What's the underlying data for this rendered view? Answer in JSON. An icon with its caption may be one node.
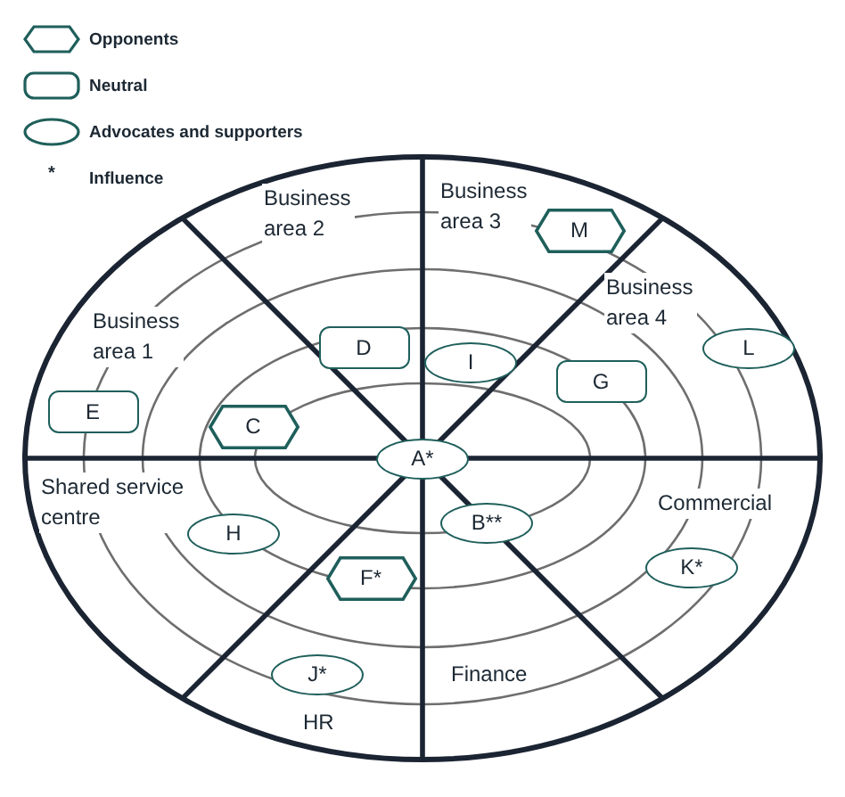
{
  "diagram": {
    "nodes": [
      {
        "text": [
          "M"
        ]
      },
      {
        "text": [
          "L"
        ]
      },
      {
        "text": [
          "D"
        ]
      },
      {
        "text": [
          "I"
        ]
      },
      {
        "text": [
          "G"
        ]
      },
      {
        "text": [
          "E"
        ]
      },
      {
        "text": [
          "C"
        ]
      },
      {
        "text": [
          "A*"
        ]
      },
      {
        "text": [
          "B**"
        ]
      },
      {
        "text": [
          "H"
        ]
      },
      {
        "text": [
          "K*"
        ]
      },
      {
        "text": [
          "F*"
        ]
      },
      {
        "text": [
          "J*"
        ]
      }
    ],
    "labels": [
      "*",
      "Business area 2",
      "Business area 3",
      "Business area 4",
      "Business area 1",
      "Shared service centre",
      "Commercial",
      "Finance",
      "HR"
    ],
    "legend": [
      {
        "text": "Opponents"
      },
      {
        "text": "Neutral"
      },
      {
        "text": "Advocates and supporters"
      },
      {
        "text": "Influence"
      }
    ]
  }
}
